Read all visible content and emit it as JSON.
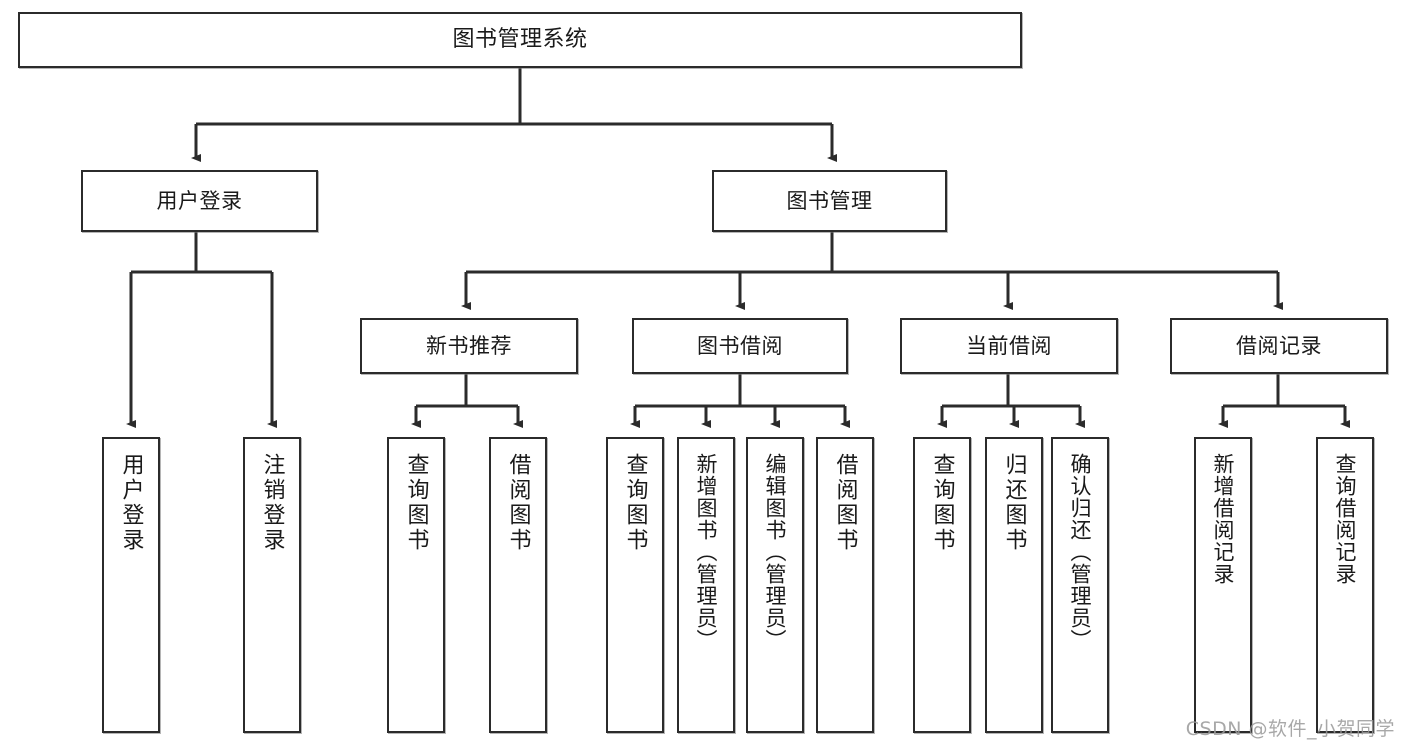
{
  "diagram": {
    "title": "图书管理系统",
    "type": "tree-hierarchy",
    "stroke_color": "#2b2b2b",
    "fill_color": "#ffffff",
    "text_color": "#1a1a1a",
    "root": {
      "label": "图书管理系统"
    },
    "level2": [
      {
        "label": "用户登录"
      },
      {
        "label": "图书管理"
      }
    ],
    "level3": [
      {
        "label": "新书推荐"
      },
      {
        "label": "图书借阅"
      },
      {
        "label": "当前借阅"
      },
      {
        "label": "借阅记录"
      }
    ],
    "leaves": {
      "user_login": [
        {
          "label": "用户登录"
        },
        {
          "label": "注销登录"
        }
      ],
      "new_book_recommend": [
        {
          "label": "查询图书"
        },
        {
          "label": "借阅图书"
        }
      ],
      "book_borrow": [
        {
          "label": "查询图书"
        },
        {
          "label": "新增图书（管理员）"
        },
        {
          "label": "编辑图书（管理员）"
        },
        {
          "label": "借阅图书"
        }
      ],
      "current_borrow": [
        {
          "label": "查询图书"
        },
        {
          "label": "归还图书"
        },
        {
          "label": "确认归还（管理员）"
        }
      ],
      "borrow_record": [
        {
          "label": "新增借阅记录"
        },
        {
          "label": "查询借阅记录"
        }
      ]
    }
  },
  "watermark": {
    "text": "CSDN @软件_小贺同学"
  }
}
